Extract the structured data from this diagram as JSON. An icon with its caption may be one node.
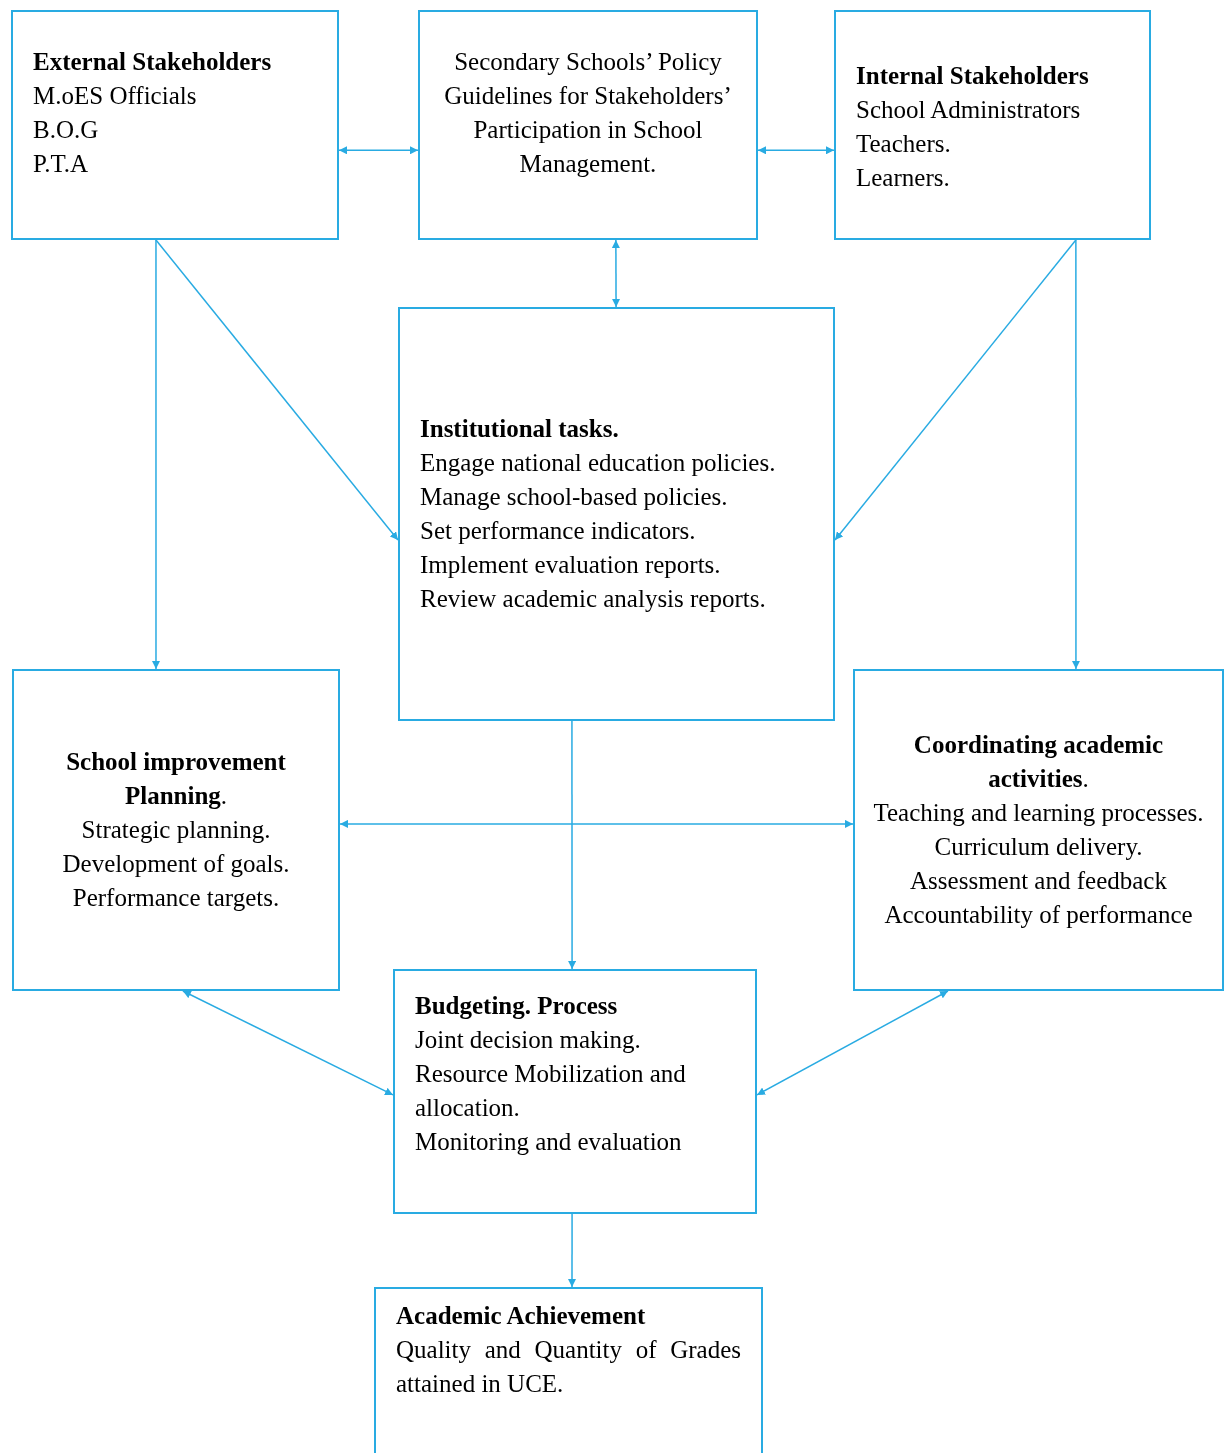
{
  "diagram": {
    "nodes": [
      {
        "text": [
          "External Stakeholders",
          "M.oES Officials",
          "B.O.G",
          "P.T.A"
        ]
      },
      {
        "text": [
          "Secondary Schools’ Policy Guidelines for Stakeholders’ Participation in School Management."
        ]
      },
      {
        "text": [
          "Internal Stakeholders",
          "School Administrators",
          "Teachers.",
          "Learners."
        ]
      },
      {
        "text": [
          "Institutional tasks.",
          "Engage national education policies.",
          "Manage school-based policies.",
          "Set performance indicators.",
          "Implement evaluation reports.",
          "Review academic analysis reports."
        ]
      },
      {
        "text": [
          "**School improvement Planning**.",
          "Strategic planning.",
          "Development of goals.",
          "Performance targets."
        ]
      },
      {
        "text": [
          "**Coordinating academic activities**.",
          "Teaching and learning processes.",
          "Curriculum delivery.",
          "Assessment and feedback",
          "Accountability of performance"
        ]
      },
      {
        "text": [
          "Budgeting. Process",
          "Joint decision making.",
          "Resource Mobilization and allocation.",
          "Monitoring and evaluation"
        ]
      },
      {
        "text": [
          "Academic Achievement",
          "Quality and Quantity of Grades attained in UCE."
        ]
      }
    ],
    "edges": [
      {
        "from": 0,
        "to": 1,
        "arrow": "both"
      },
      {
        "from": 1,
        "to": 2,
        "arrow": "both"
      },
      {
        "from": 1,
        "to": 3,
        "arrow": "both"
      },
      {
        "from": 0,
        "to": 3,
        "arrow": "to"
      },
      {
        "from": 0,
        "to": 4,
        "arrow": "to"
      },
      {
        "from": 2,
        "to": 3,
        "arrow": "to"
      },
      {
        "from": 2,
        "to": 5,
        "arrow": "to"
      },
      {
        "from": 3,
        "to": 6,
        "arrow": "to"
      },
      {
        "from": 4,
        "to": 5,
        "arrow": "both"
      },
      {
        "from": 4,
        "to": 6,
        "arrow": "both"
      },
      {
        "from": 5,
        "to": 6,
        "arrow": "both"
      },
      {
        "from": 6,
        "to": 7,
        "arrow": "to"
      }
    ]
  }
}
